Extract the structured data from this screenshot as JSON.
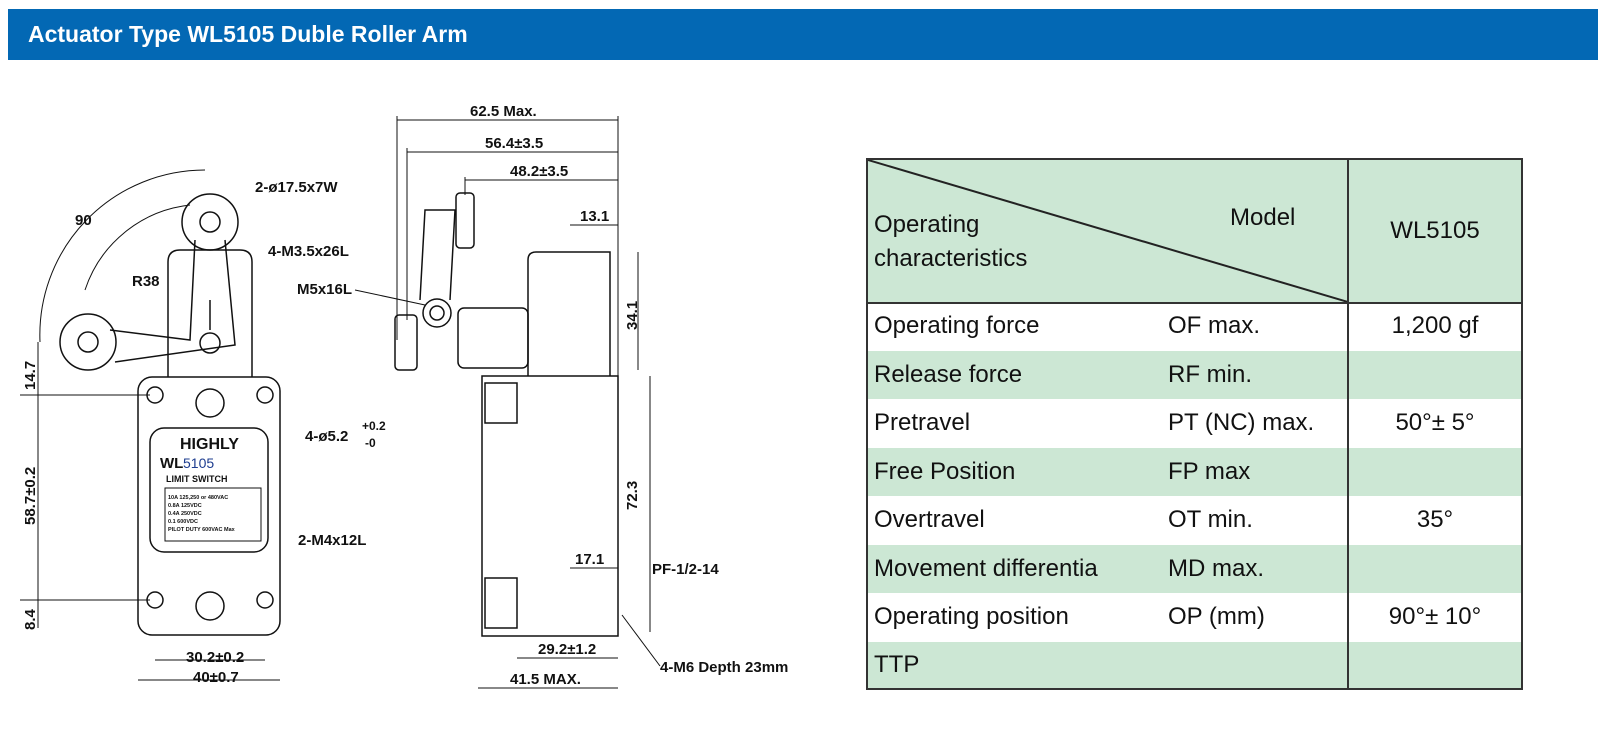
{
  "title": "Actuator Type WL5105 Duble Roller Arm",
  "colors": {
    "header_bg": "#0368b4",
    "table_green": "#cce7d4"
  },
  "drawing": {
    "front": {
      "dims": [
        "90",
        "2-ø17.5x7W",
        "4-M3.5x26L",
        "R38",
        "14.7",
        "4-ø5.2",
        "+0.2",
        "-0",
        "58.7±0.2",
        "2-M4x12L",
        "8.4",
        "30.2±0.2",
        "40±0.7"
      ],
      "nameplate": {
        "brand": "HIGHLY",
        "model_prefix": "WL",
        "model_number": "5105",
        "type": "LIMIT SWITCH",
        "ratings": [
          "10A 125,250 or 480VAC",
          "0.8A 125VDC",
          "0.4A 250VDC",
          "0.1 600VDC",
          "PILOT DUTY 600VAC Max"
        ]
      }
    },
    "side": {
      "dims": [
        "62.5 Max.",
        "56.4±3.5",
        "48.2±3.5",
        "13.1",
        "M5x16L",
        "34.1",
        "72.3",
        "17.1",
        "PF-1/2-14",
        "29.2±1.2",
        "41.5 MAX.",
        "4-M6 Depth 23mm"
      ]
    }
  },
  "table": {
    "header": {
      "left": "Operating\ncharacteristics",
      "model_label": "Model",
      "model": "WL5105"
    },
    "rows": [
      {
        "name": "Operating force",
        "code": "OF max.",
        "value": "1,200 gf"
      },
      {
        "name": "Release force",
        "code": "RF min.",
        "value": ""
      },
      {
        "name": "Pretravel",
        "code": "PT (NC) max.",
        "value": "50°± 5°"
      },
      {
        "name": "Free Position",
        "code": "FP max",
        "value": ""
      },
      {
        "name": "Overtravel",
        "code": "OT min.",
        "value": "35°"
      },
      {
        "name": "Movement differentia",
        "code": "MD max.",
        "value": ""
      },
      {
        "name": "Operating position",
        "code": "OP (mm)",
        "value": "90°± 10°"
      },
      {
        "name": "TTP",
        "code": "",
        "value": ""
      }
    ]
  }
}
